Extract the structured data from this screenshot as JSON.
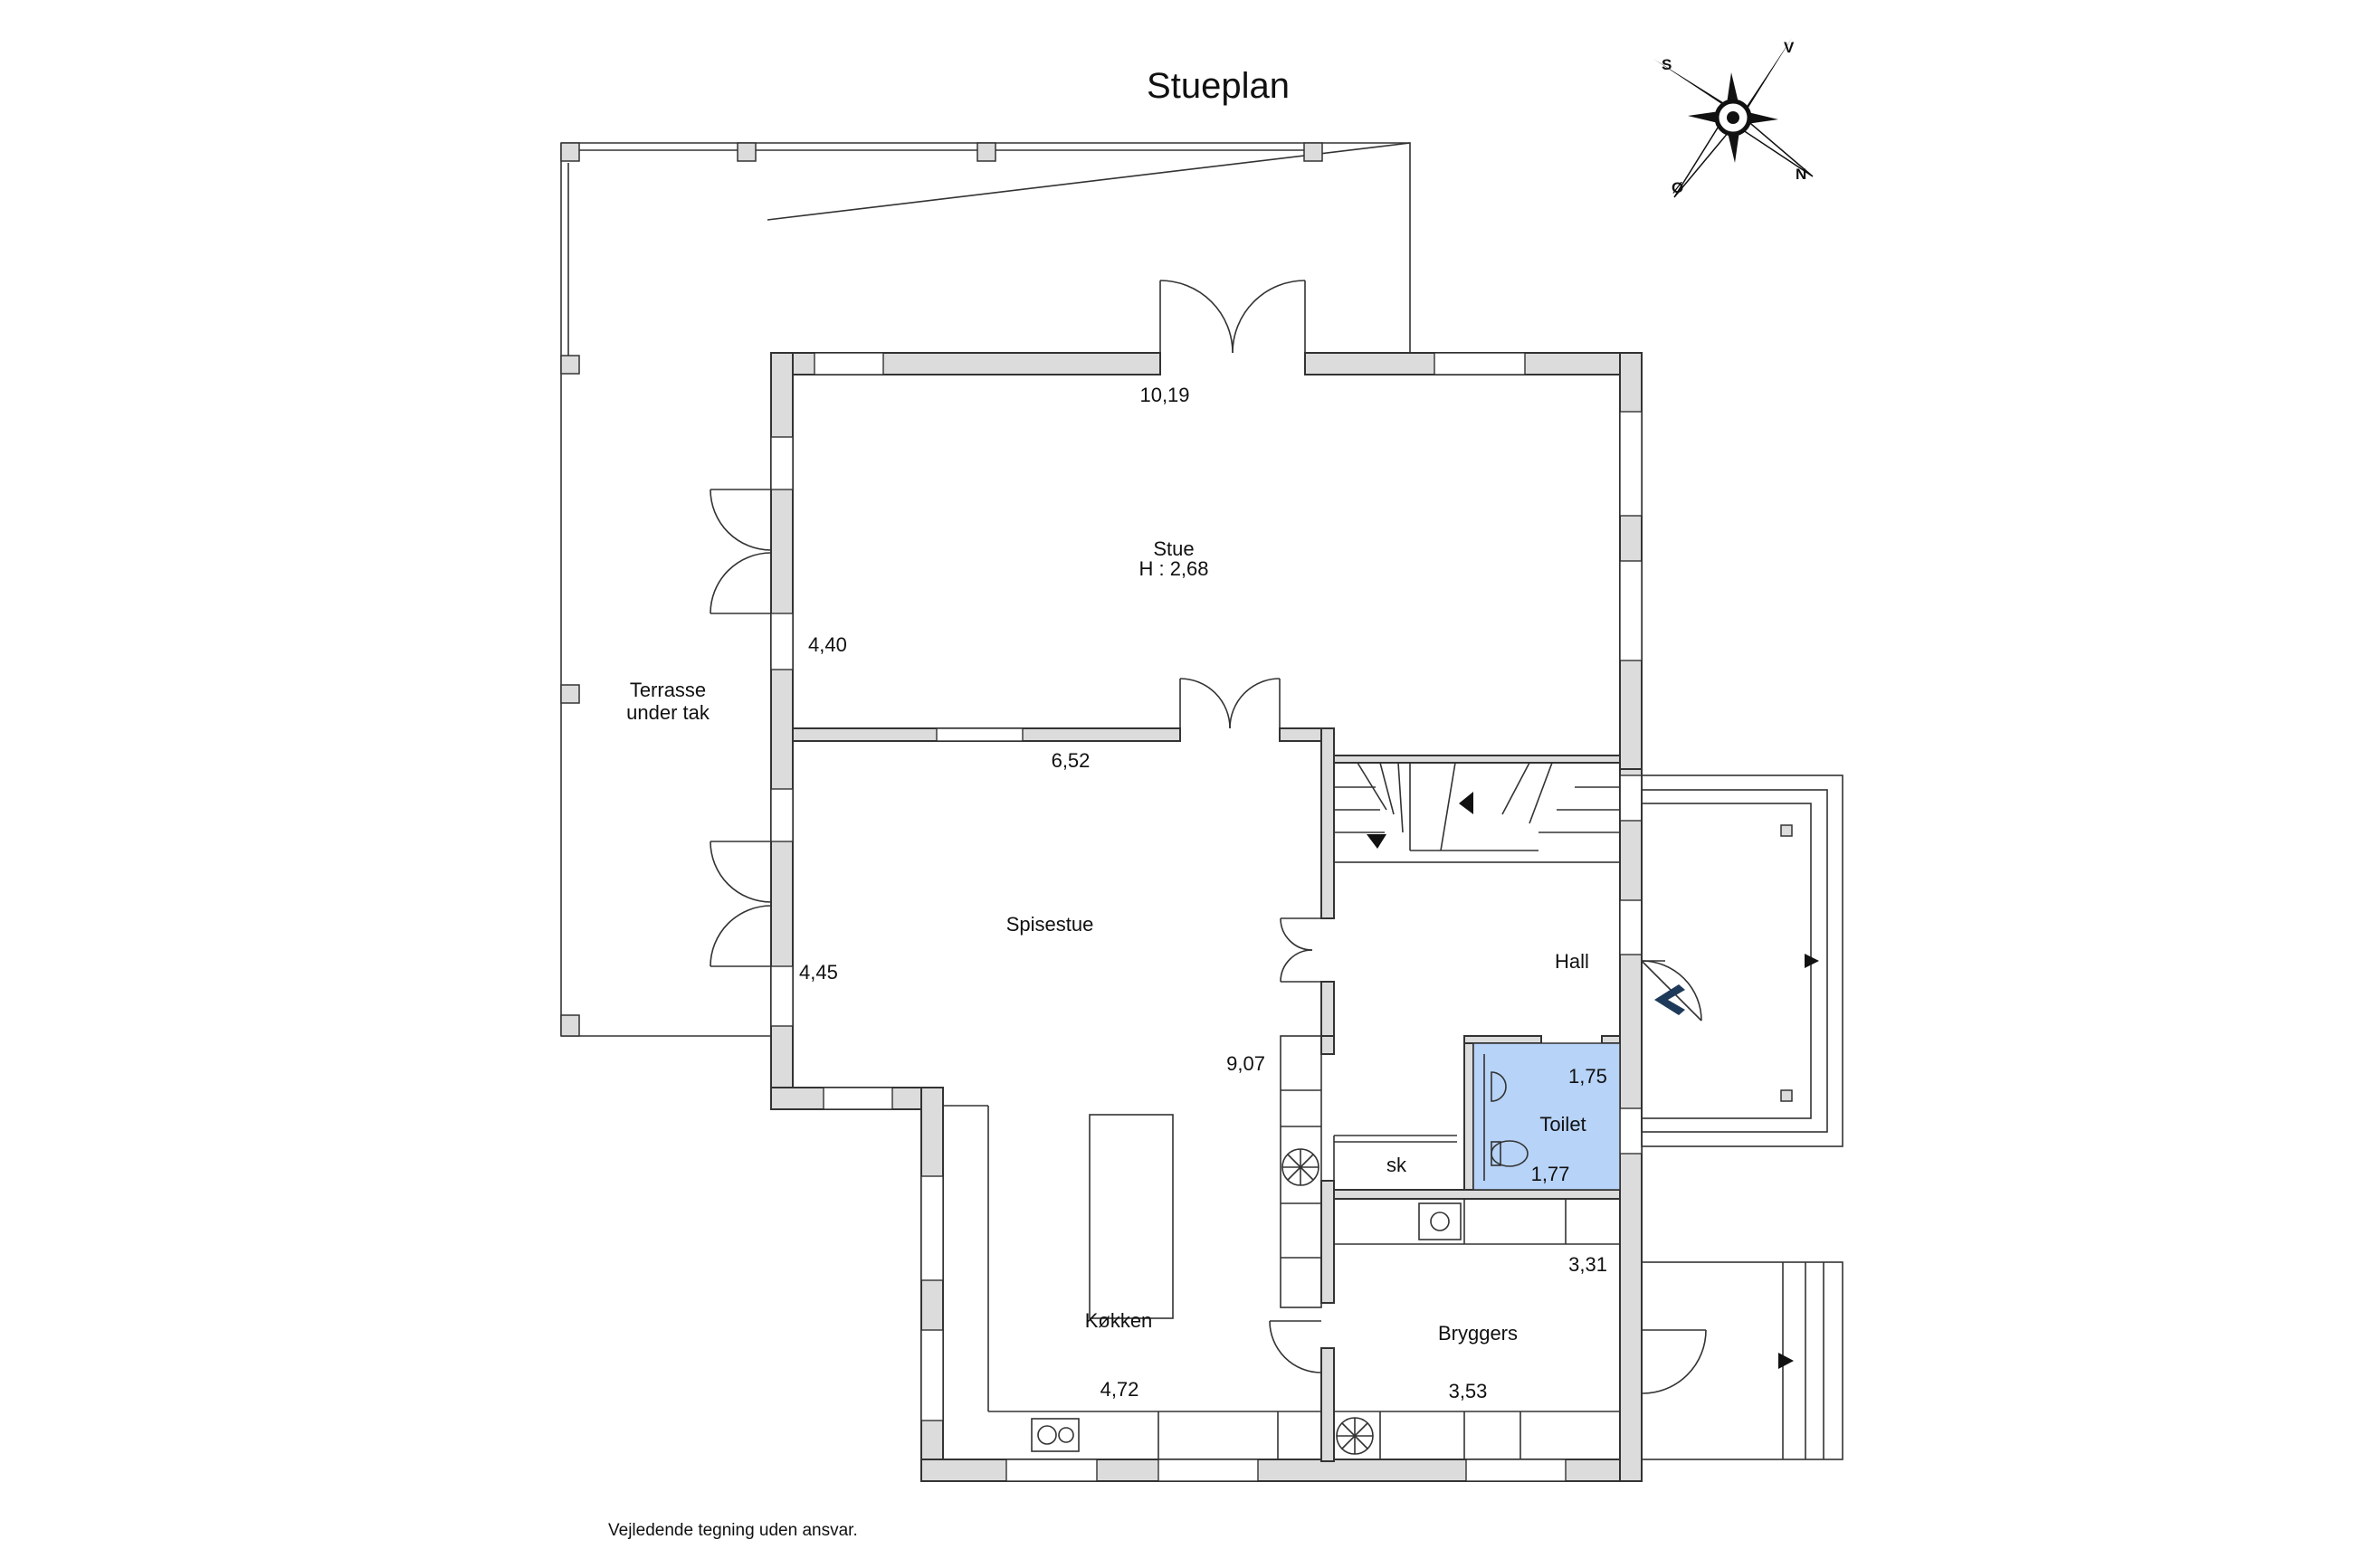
{
  "title": "Stueplan",
  "footer_note": "Vejledende tegning uden ansvar.",
  "compass": {
    "s": "S",
    "v": "V",
    "n": "N",
    "o": "Ø"
  },
  "rooms": {
    "stue": "Stue",
    "stue_height": "H : 2,68",
    "terrasse_line1": "Terrasse",
    "terrasse_line2": "under tak",
    "spisestue": "Spisestue",
    "hall": "Hall",
    "toilet": "Toilet",
    "sk": "sk",
    "kokken": "Køkken",
    "bryggers": "Bryggers"
  },
  "dimensions": {
    "stue_width": "10,19",
    "stue_depth": "4,40",
    "spisestue_width": "6,52",
    "spisestue_depth": "4,45",
    "kokken_depth": "9,07",
    "toilet_width": "1,75",
    "toilet_depth": "1,77",
    "bryggers_depth": "3,31",
    "kokken_width": "4,72",
    "bryggers_width": "3,53"
  },
  "colors": {
    "wall_fill": "#dcdcdc",
    "line": "#333333",
    "toilet_fill": "#b7d3f7",
    "entrance_marker": "#1e3a5a"
  }
}
